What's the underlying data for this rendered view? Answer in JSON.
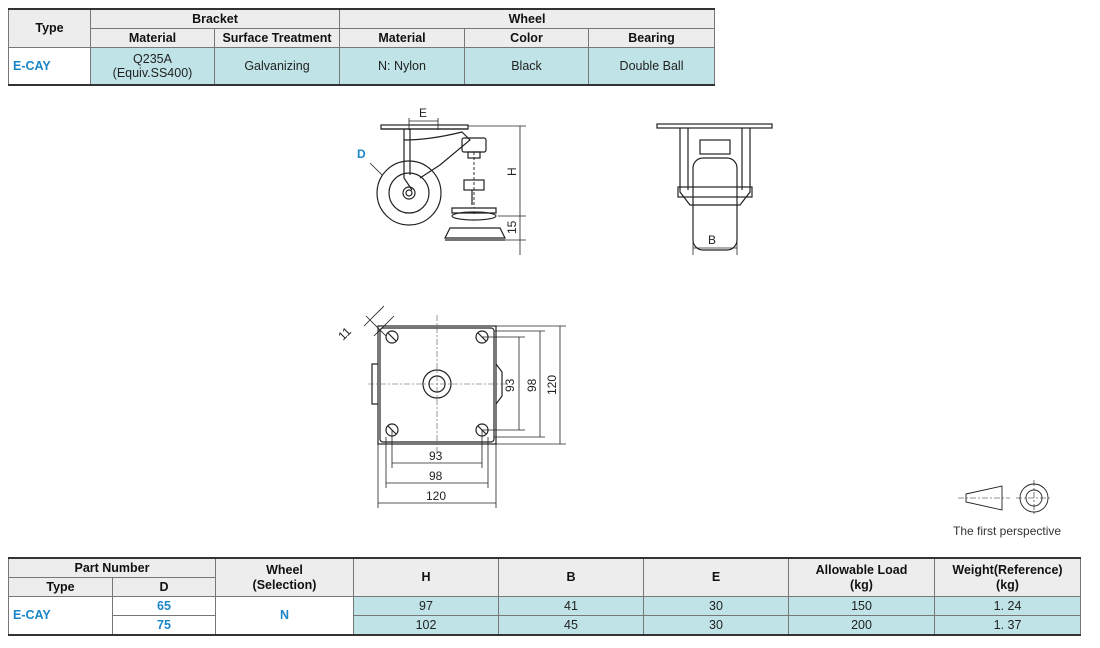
{
  "spec_table": {
    "type_header": "Type",
    "bracket_header": "Bracket",
    "wheel_header": "Wheel",
    "material_header": "Material",
    "surface_header": "Surface Treatment",
    "wheel_material_header": "Material",
    "color_header": "Color",
    "bearing_header": "Bearing",
    "type_value": "E-CAY",
    "material_line1": "Q235A",
    "material_line2": "(Equiv.SS400)",
    "surface_value": "Galvanizing",
    "wheel_material_value": "N: Nylon",
    "color_value": "Black",
    "bearing_value": "Double Ball"
  },
  "drawing": {
    "label_e": "E",
    "label_d": "D",
    "label_h": "H",
    "label_15": "15",
    "label_b": "B",
    "label_11": "11",
    "dim_93_v": "93",
    "dim_98_v": "98",
    "dim_120_v": "120",
    "dim_93_h": "93",
    "dim_98_h": "98",
    "dim_120_h": "120"
  },
  "perspective_caption": "The first perspective",
  "dimension_table": {
    "part_number_header": "Part Number",
    "type_header": "Type",
    "d_header": "D",
    "wheel_header_line1": "Wheel",
    "wheel_header_line2": "(Selection)",
    "h_header": "H",
    "b_header": "B",
    "e_header": "E",
    "load_header_line1": "Allowable Load",
    "load_header_line2": "(kg)",
    "weight_header_line1": "Weight(Reference)",
    "weight_header_line2": "(kg)",
    "type_value": "E-CAY",
    "wheel_value": "N",
    "rows": [
      {
        "d": "65",
        "h": "97",
        "b": "41",
        "e": "30",
        "load": "150",
        "weight": "1. 24"
      },
      {
        "d": "75",
        "h": "102",
        "b": "45",
        "e": "30",
        "load": "200",
        "weight": "1. 37"
      }
    ]
  }
}
